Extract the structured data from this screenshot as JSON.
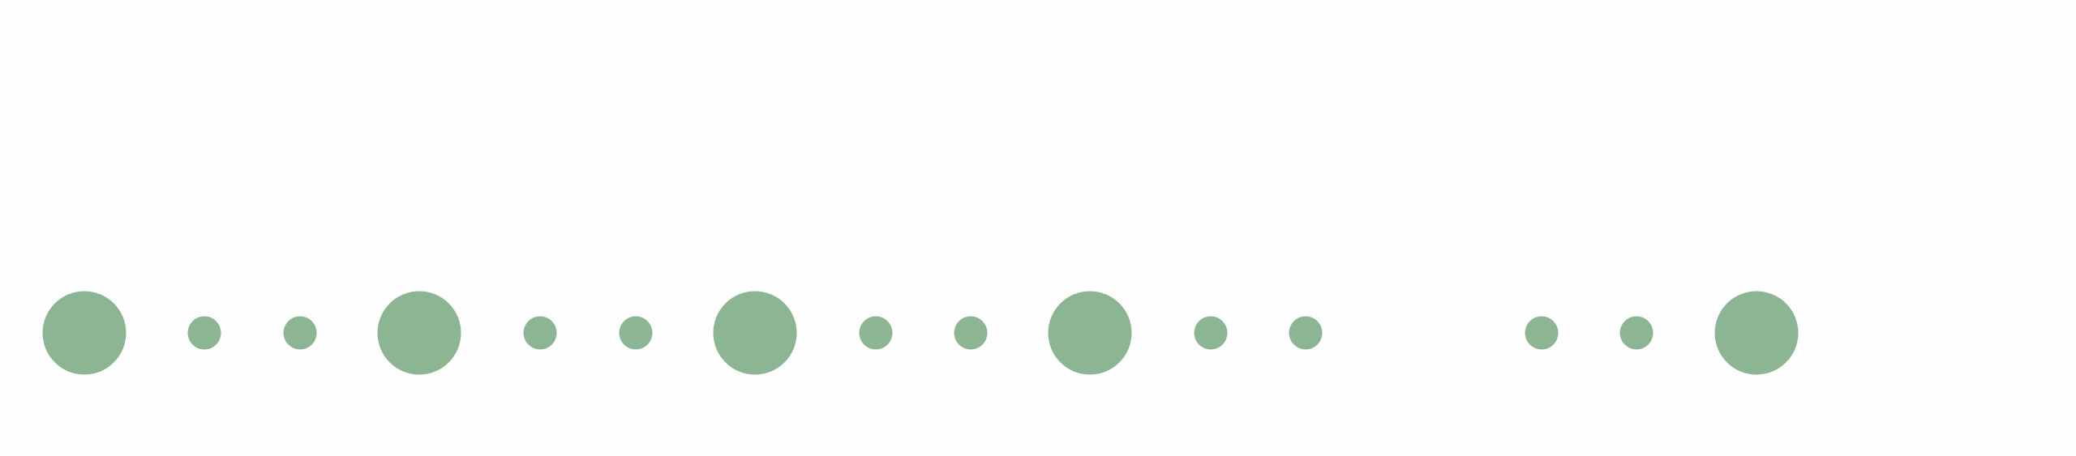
{
  "colors": {
    "background": "#fdfdfd",
    "dot": "#8bb593"
  },
  "dots": [
    {
      "size": "large"
    },
    {
      "size": "small"
    },
    {
      "size": "small"
    },
    {
      "size": "large"
    },
    {
      "size": "small"
    },
    {
      "size": "small"
    },
    {
      "size": "large"
    },
    {
      "size": "small"
    },
    {
      "size": "small"
    },
    {
      "size": "large"
    },
    {
      "size": "small"
    },
    {
      "size": "small"
    },
    {
      "size": "small"
    },
    {
      "size": "small"
    },
    {
      "size": "large"
    }
  ]
}
